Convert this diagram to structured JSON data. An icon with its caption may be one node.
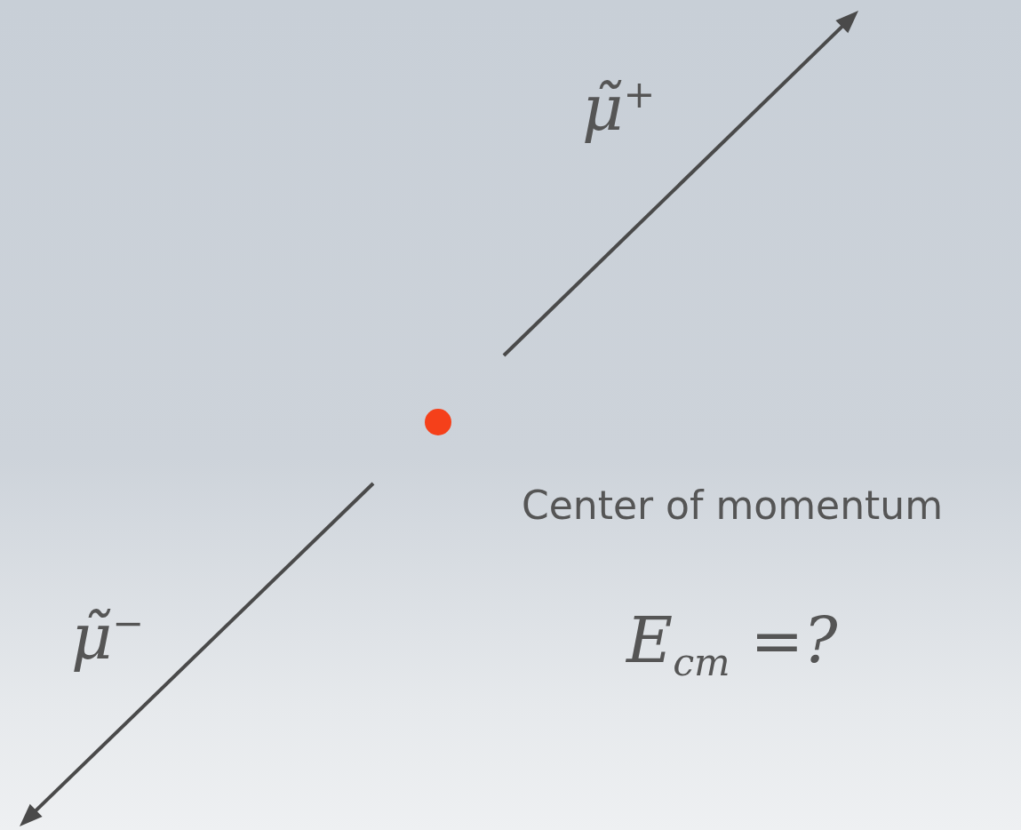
{
  "diagram": {
    "nodes": [
      {
        "text": [],
        "shape": "circle"
      }
    ],
    "labels": [
      "μ̃$^{+}$",
      "μ̃$^{−}$",
      "Center of momentum",
      "E$_{cm}$ =?"
    ]
  }
}
